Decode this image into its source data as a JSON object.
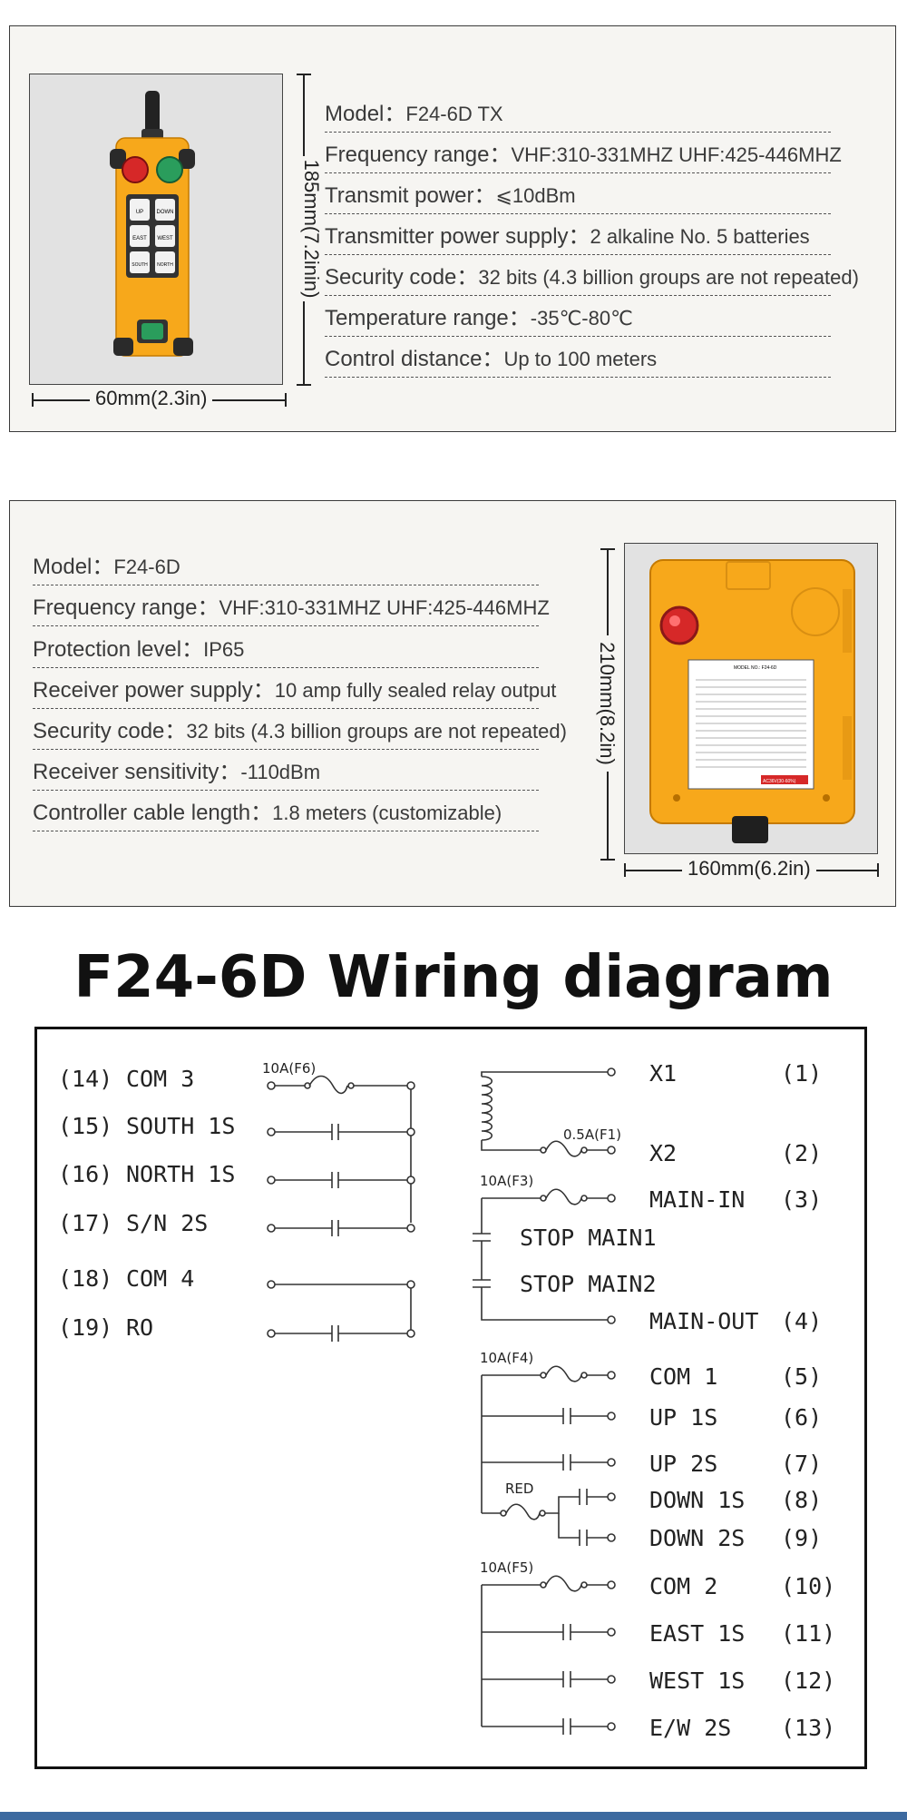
{
  "transmitter": {
    "specs": [
      {
        "label": "Model：",
        "value": "F24-6D TX"
      },
      {
        "label": "Frequency range：",
        "value": "VHF:310-331MHZ UHF:425-446MHZ"
      },
      {
        "label": "Transmit power：",
        "value": "⩽10dBm"
      },
      {
        "label": "Transmitter power supply：",
        "value": "2 alkaline No. 5 batteries"
      },
      {
        "label": "Security code：",
        "value": "32 bits (4.3 billion groups are not repeated)"
      },
      {
        "label": "Temperature range：",
        "value": "-35℃-80℃"
      },
      {
        "label": "Control distance：",
        "value": "Up to 100 meters"
      }
    ],
    "height_dim": "185mm(7.2inin)",
    "width_dim": "60mm(2.3in)",
    "buttons": [
      "UP",
      "DOWN",
      "EAST",
      "WEST",
      "SOUTH",
      "NORTH"
    ]
  },
  "receiver": {
    "specs": [
      {
        "label": "Model：",
        "value": "F24-6D"
      },
      {
        "label": "Frequency range：",
        "value": "VHF:310-331MHZ UHF:425-446MHZ"
      },
      {
        "label": "Protection level：",
        "value": "IP65"
      },
      {
        "label": "Receiver power supply：",
        "value": "10 amp fully sealed relay output"
      },
      {
        "label": "Security code：",
        "value": "32 bits (4.3 billion groups are not repeated)"
      },
      {
        "label": "Receiver sensitivity：",
        "value": "-110dBm"
      },
      {
        "label": "Controller cable length：",
        "value": "1.8 meters (customizable)"
      }
    ],
    "height_dim": "210mm(8.2in)",
    "width_dim": "160mm(6.2in)",
    "label_model": "MODEL NO.: F24-6D",
    "label_voltage": "AC36V(30-60%)"
  },
  "wiring": {
    "title": "F24-6D Wiring diagram",
    "left_terminals": [
      {
        "num": "(14)",
        "name": "COM 3"
      },
      {
        "num": "(15)",
        "name": "SOUTH 1S"
      },
      {
        "num": "(16)",
        "name": "NORTH 1S"
      },
      {
        "num": "(17)",
        "name": "S/N 2S"
      },
      {
        "num": "(18)",
        "name": "COM 4"
      },
      {
        "num": "(19)",
        "name": "RO"
      }
    ],
    "right_terminals": [
      {
        "num": "(1)",
        "name": "X1"
      },
      {
        "num": "(2)",
        "name": "X2"
      },
      {
        "num": "(3)",
        "name": "MAIN-IN"
      },
      {
        "num": "(4)",
        "name": "MAIN-OUT"
      },
      {
        "num": "(5)",
        "name": "COM 1"
      },
      {
        "num": "(6)",
        "name": "UP 1S"
      },
      {
        "num": "(7)",
        "name": "UP 2S"
      },
      {
        "num": "(8)",
        "name": "DOWN 1S"
      },
      {
        "num": "(9)",
        "name": "DOWN 2S"
      },
      {
        "num": "(10)",
        "name": "COM 2"
      },
      {
        "num": "(11)",
        "name": "EAST 1S"
      },
      {
        "num": "(12)",
        "name": "WEST 1S"
      },
      {
        "num": "(13)",
        "name": "E/W 2S"
      }
    ],
    "stop_labels": [
      "STOP MAIN1",
      "STOP MAIN2"
    ],
    "fuses": [
      "10A(F6)",
      "0.5A(F1)",
      "10A(F3)",
      "10A(F4)",
      "10A(F5)"
    ],
    "red_label": "RED"
  }
}
